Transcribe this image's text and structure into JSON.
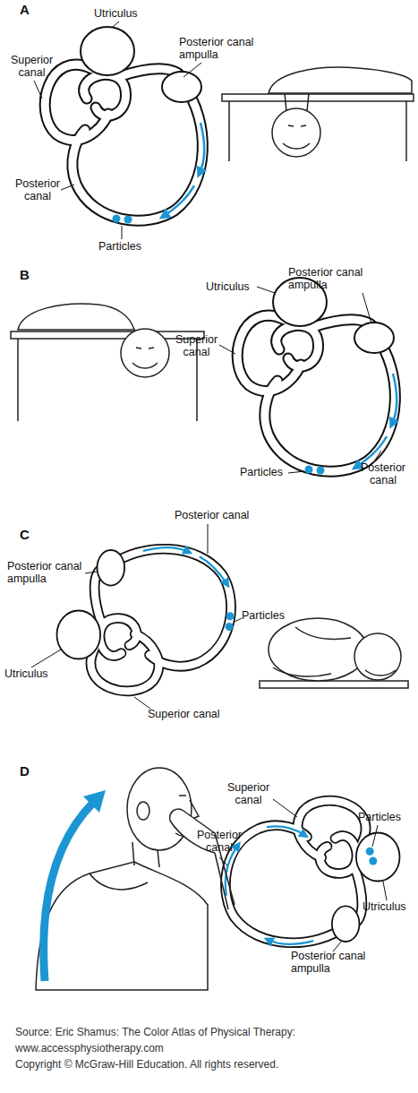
{
  "diagram": {
    "labels": [
      "A",
      "Utriculus",
      "Superior canal",
      "Posterior canal ampulla",
      "Posterior canal",
      "Particles",
      "B",
      "Posterior canal ampulla",
      "Utriculus",
      "Superior canal",
      "Particles",
      "Posterior canal",
      "C",
      "Posterior canal",
      "Posterior canal ampulla",
      "Particles",
      "Utriculus",
      "Superior canal",
      "D",
      "Superior canal",
      "Particles",
      "Posterior canal",
      "Utriculus",
      "Posterior canal ampulla",
      "Source: Eric Shamus: The Color Atlas of Physical Therapy:",
      "www.accessphysiotherapy.com",
      "Copyright © McGraw-Hill Education. All rights reserved."
    ]
  }
}
